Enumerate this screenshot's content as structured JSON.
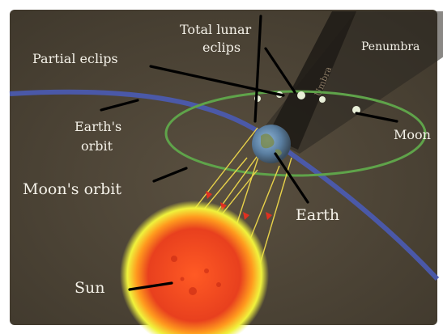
{
  "labels": {
    "total_lunar_line1": "Total lunar",
    "total_lunar_line2": "eclips",
    "partial": "Partial eclips",
    "penumbra": "Penumbra",
    "earths_orbit_line1": "Earth's",
    "earths_orbit_line2": "orbit",
    "moons_orbit": "Moon's orbit",
    "moon": "Moon",
    "earth": "Earth",
    "sun": "Sun",
    "umbra": "Umbra"
  },
  "colors": {
    "background": "#4e4536",
    "earth_orbit": "#4a5bb5",
    "moon_orbit": "#5fa34a",
    "sun_rays": "#e8d24a",
    "sun_core": "#e8401e",
    "sun_glow": "#f0f23c",
    "shadow": "#2a2620",
    "label_text": "#f4f1e8"
  }
}
